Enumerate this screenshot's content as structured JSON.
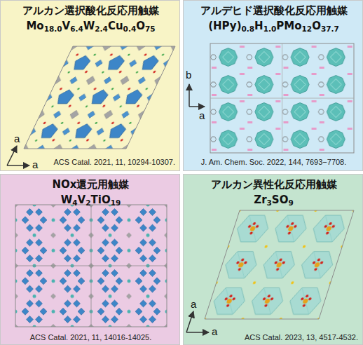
{
  "diagram": {
    "nodes": [
      {
        "text": [
          "アルカン選択酸化反応用触媒",
          "Mo18.0V6.4W2.4Cu0.4O75",
          "ACS Catal. 2021, 11, 10294-10307."
        ]
      },
      {
        "text": [
          "アルデヒド選択酸化反応用触媒",
          "(HPy)0.8H1.0PMo12O37.7",
          "J. Am. Chem. Soc. 2022, 144, 7693−7708."
        ]
      },
      {
        "text": [
          "NOx還元用触媒",
          "W4V2TiO19",
          "ACS Catal. 2021, 11, 14016-14025."
        ]
      },
      {
        "text": [
          "アルカン異性化反応用触媒",
          "Zr3SO9",
          "ACS Catal. 2023, 13, 4517-4532."
        ]
      }
    ],
    "labels": [
      "a",
      "a",
      "b",
      "a",
      "a",
      "a"
    ]
  }
}
